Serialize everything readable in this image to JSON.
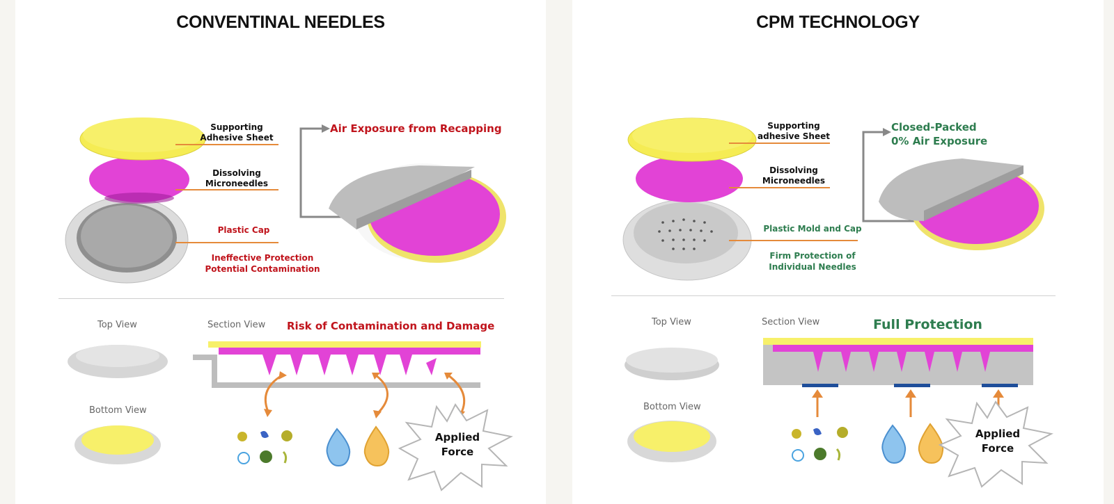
{
  "left": {
    "title": "CONVENTINAL NEEDLES",
    "label_sheet_1": "Supporting",
    "label_sheet_2": "Adhesive Sheet",
    "label_needles_1": "Dissolving",
    "label_needles_2": "Microneedles",
    "label_cap": "Plastic Cap",
    "label_problem_1": "Ineffective Protection",
    "label_problem_2": "Potential Contamination",
    "callout": "Air Exposure from Recapping",
    "top_view": "Top View",
    "bottom_view": "Bottom View",
    "section_view": "Section View",
    "section_title": "Risk of Contamination and Damage",
    "force_1": "Applied",
    "force_2": "Force"
  },
  "right": {
    "title": "CPM TECHNOLOGY",
    "label_sheet_1": "Supporting",
    "label_sheet_2": "adhesive Sheet",
    "label_needles_1": "Dissolving",
    "label_needles_2": "Microneedles",
    "label_cap": "Plastic Mold and Cap",
    "label_benefit_1": "Firm Protection of",
    "label_benefit_2": "Individual Needles",
    "callout_1": "Closed-Packed",
    "callout_2": "0% Air Exposure",
    "top_view": "Top View",
    "bottom_view": "Bottom View",
    "section_view": "Section View",
    "section_title": "Full Protection",
    "force_1": "Applied",
    "force_2": "Force"
  },
  "colors": {
    "yellow": "#f7f06a",
    "magenta": "#e243d6",
    "grey": "#c8c8c8",
    "orange": "#e58a3a",
    "red": "#c0141c",
    "green": "#2e7d4f",
    "blue": "#1f4e9a"
  }
}
